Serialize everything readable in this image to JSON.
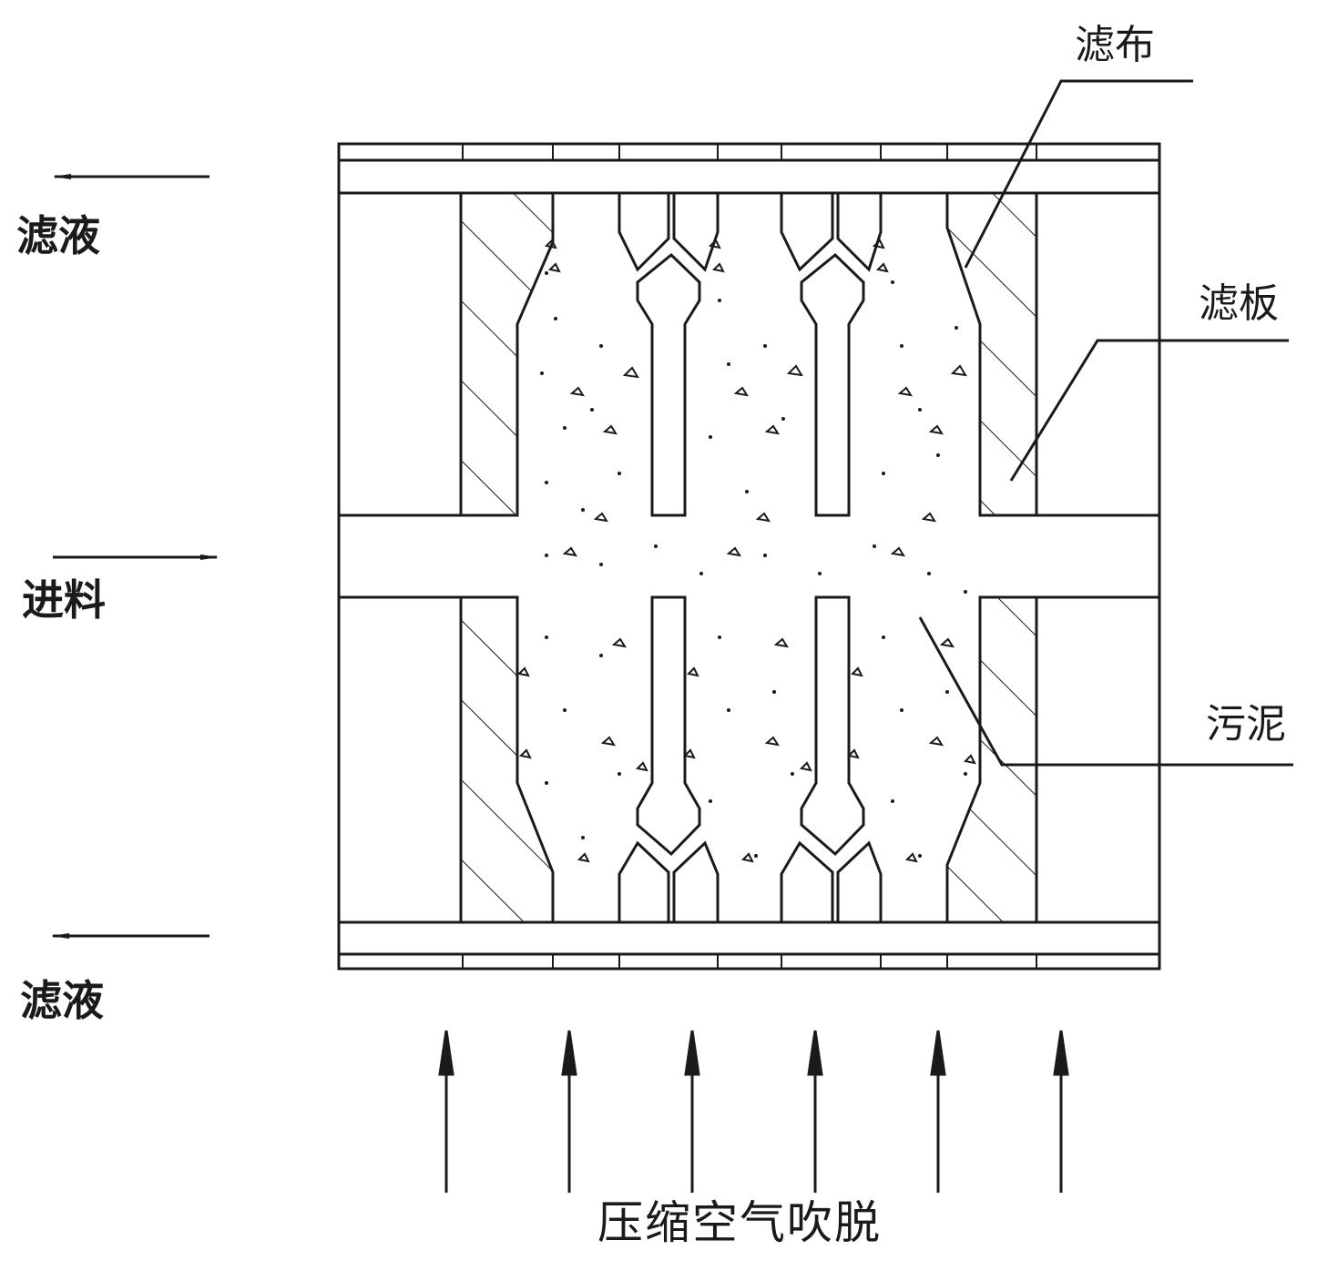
{
  "labels": {
    "filtrate_top": "滤液",
    "feed": "进料",
    "filtrate_bottom": "滤液",
    "filter_cloth": "滤布",
    "filter_plate": "滤板",
    "sludge": "污泥",
    "air_blowoff": "压缩空气吹脱"
  },
  "colors": {
    "ink": "#1a1a1a",
    "background": "#ffffff"
  }
}
